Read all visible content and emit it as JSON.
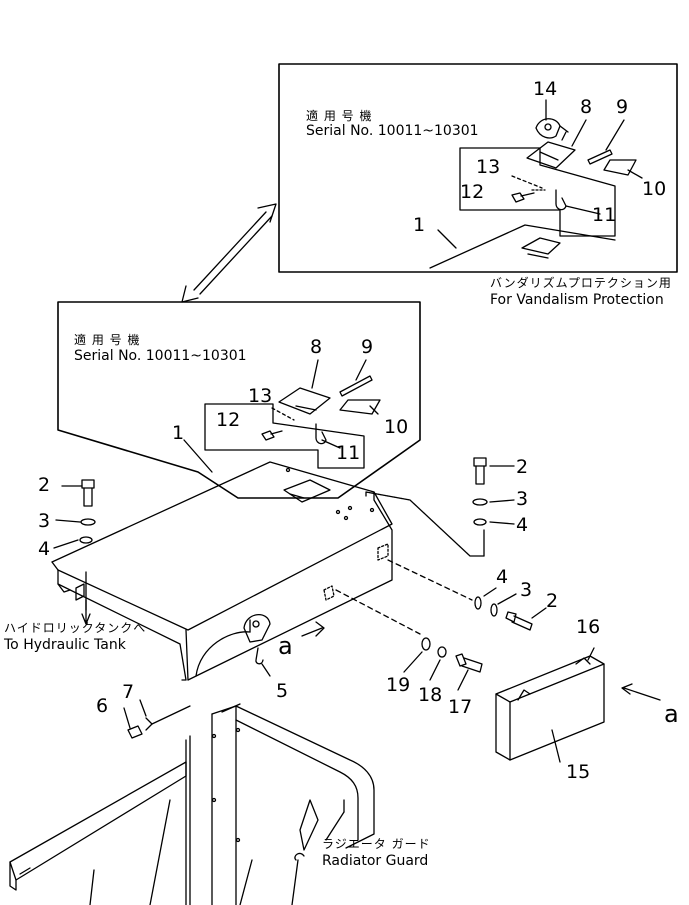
{
  "inset_top": {
    "applicable_jp": "適 用 号 機",
    "serial": "Serial No. 10011~10301",
    "caption_jp": "バンダリズムプロテクション用",
    "caption_en": "For Vandalism Protection",
    "callouts": [
      "14",
      "8",
      "9",
      "13",
      "12",
      "10",
      "11",
      "1"
    ]
  },
  "inset_main": {
    "applicable_jp": "適 用 号 機",
    "serial": "Serial No. 10011~10301",
    "callouts": [
      "8",
      "9",
      "13",
      "12",
      "10",
      "11",
      "1"
    ]
  },
  "main": {
    "callouts": [
      "2",
      "3",
      "4",
      "2",
      "3",
      "4",
      "4",
      "3",
      "2",
      "16",
      "5",
      "19",
      "18",
      "17",
      "6",
      "7",
      "15"
    ],
    "view_letter": "a",
    "hydraulic_jp": "ハイドロリックタンクへ",
    "hydraulic_en": "To Hydraulic Tank",
    "radiator_jp": "ラジエータ ガード",
    "radiator_en": "Radiator Guard"
  }
}
